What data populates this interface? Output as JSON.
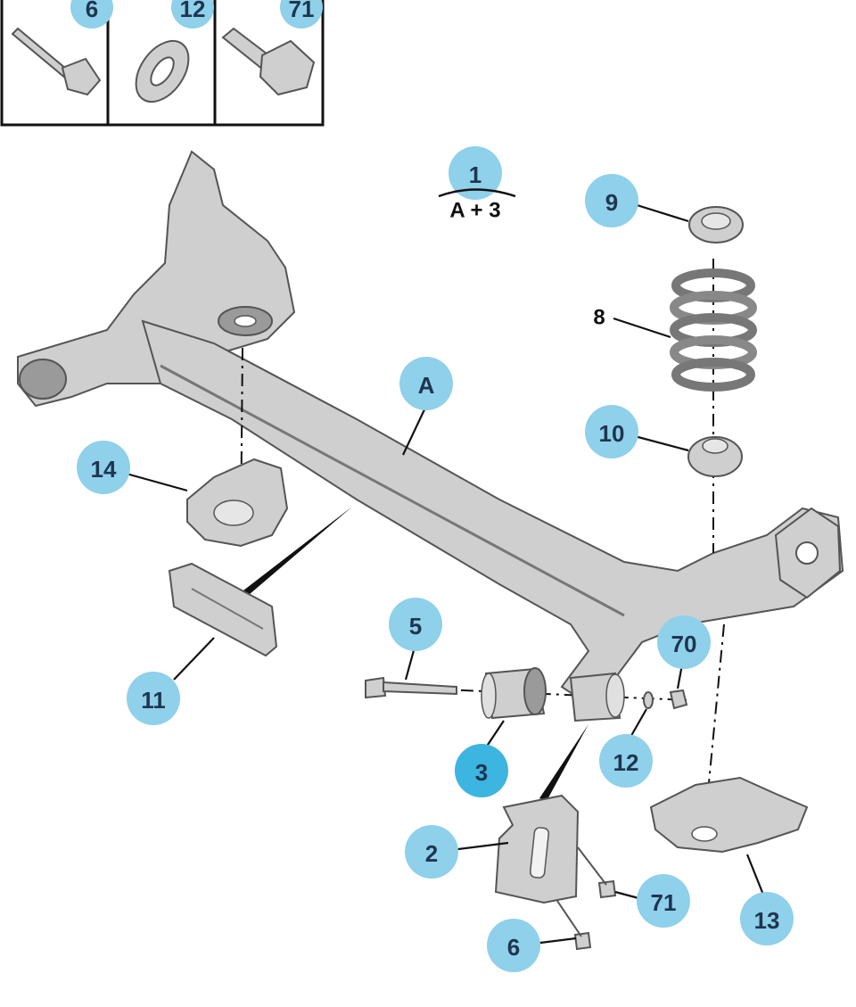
{
  "legend_box": {
    "cells": [
      {
        "callout": "6"
      },
      {
        "callout": "12"
      },
      {
        "callout": "71"
      }
    ]
  },
  "assembly": {
    "callout": "1",
    "formula": "A + 3"
  },
  "callouts": {
    "a": "A",
    "c2": "2",
    "c3": "3",
    "c5": "5",
    "c6": "6",
    "c8": "8",
    "c9": "9",
    "c10": "10",
    "c11": "11",
    "c12": "12",
    "c13": "13",
    "c14": "14",
    "c70": "70",
    "c71": "71"
  },
  "colors": {
    "callout_fill": "#8fd0ea",
    "callout_highlight": "#3cb5e0",
    "label_text": "#1f3550",
    "part_grey": "#cfcfcf"
  }
}
